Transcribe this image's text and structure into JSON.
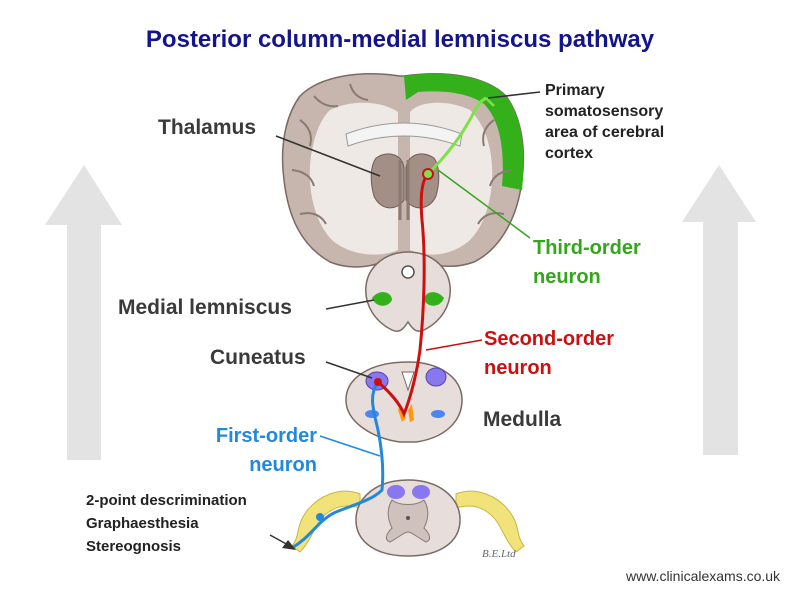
{
  "title": "Posterior column-medial lemniscus pathway",
  "labels": {
    "thalamus": "Thalamus",
    "primary_somatosensory": [
      "Primary",
      "somatosensory",
      "area of cerebral",
      "cortex"
    ],
    "third_order": [
      "Third-order",
      "neuron"
    ],
    "medial_lemniscus": "Medial lemniscus",
    "second_order": [
      "Second-order",
      "neuron"
    ],
    "cuneatus": "Cuneatus",
    "medulla": "Medulla",
    "first_order": [
      "First-order",
      "neuron"
    ],
    "sensations": [
      "2-point descrimination",
      "Graphaesthesia",
      "Stereognosis"
    ],
    "signature": "B.E.Ltd",
    "website": "www.clinicalexams.co.uk"
  },
  "colors": {
    "title": "#14148c",
    "third_order": "#36a51e",
    "second_order": "#cc1010",
    "first_order": "#2288dd",
    "cortex_highlight": "#33b01a",
    "nerve": "#f2e27a",
    "arrow": "#e0e0e0"
  }
}
